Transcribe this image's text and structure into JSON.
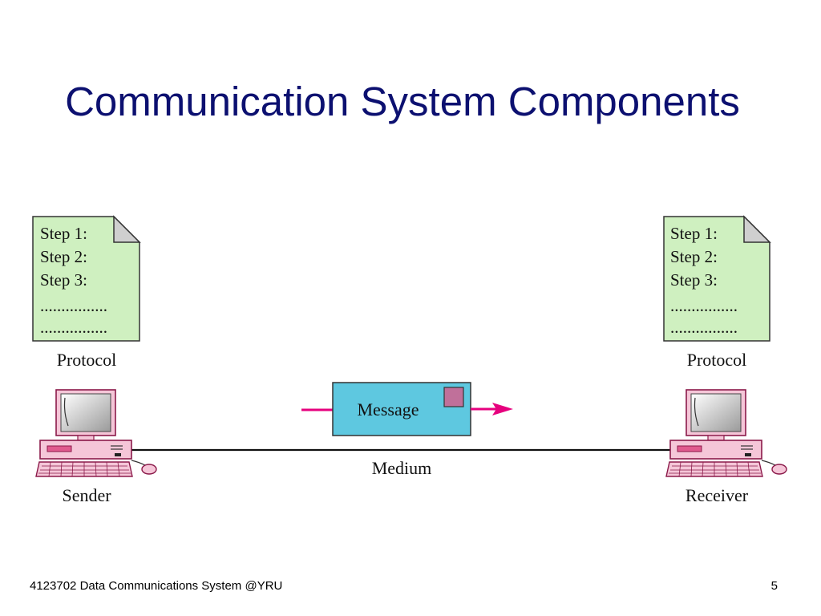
{
  "slide": {
    "title": "Communication System Components",
    "footer_text": "4123702 Data Communications System @YRU",
    "page_number": "5"
  },
  "diagram": {
    "sender_protocol": {
      "lines": [
        "Step 1:",
        "Step 2:",
        "Step 3:",
        "................",
        "................"
      ],
      "label": "Protocol"
    },
    "receiver_protocol": {
      "lines": [
        "Step 1:",
        "Step 2:",
        "Step 3:",
        "................",
        "................"
      ],
      "label": "Protocol"
    },
    "message_label": "Message",
    "medium_label": "Medium",
    "sender_label": "Sender",
    "receiver_label": "Receiver"
  },
  "colors": {
    "title": "#0c1070",
    "document_fill": "#cff0c0",
    "computer_pink": "#f5c6d8",
    "computer_outline": "#8b1a4a",
    "message_fill": "#5ec8e0",
    "stamp_fill": "#c0709a",
    "arrow": "#e6007e"
  }
}
